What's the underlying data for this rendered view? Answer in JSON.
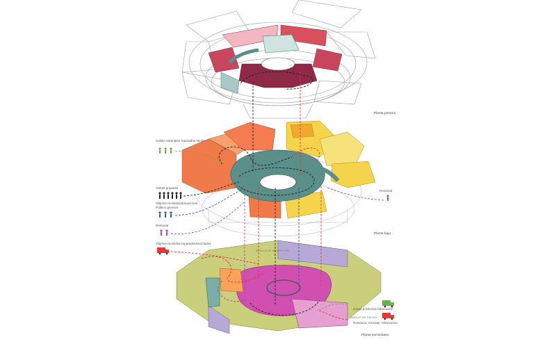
{
  "floors": {
    "upper": {
      "title": "Planta primera"
    },
    "ground": {
      "title": "Planta baja"
    },
    "basement": {
      "title": "Planta semisótano"
    }
  },
  "legend_left": [
    {
      "text": "Salida materiales reparados tienda",
      "color": "#6ab04c"
    },
    {
      "text": "Visitas grupales",
      "color": "#222222"
    },
    {
      "text": "Objetos recibidos/donaciones",
      "color": "#2d5aa8"
    },
    {
      "text": "Público general",
      "color": "#2d5aa8"
    },
    {
      "text": "Personal",
      "color": "#b04a9a"
    },
    {
      "text": "Objetos recibidos-reparados/reciclados",
      "color": "#e53935"
    }
  ],
  "legend_right": [
    {
      "text": "Personal",
      "color": "#b04a9a"
    },
    {
      "text": "Carga productos fabricación",
      "color": "#6ab04c"
    },
    {
      "text": "Residuos, reciclaje, eliminación",
      "color": "#e53935"
    }
  ],
  "small_labels": {
    "muelle_a": "MUELLE DE RECEPCIÓN",
    "muelle_b": "MUELLE DE SALIDA"
  },
  "colors": {
    "rose": "#c8455e",
    "orange": "#f07a4a",
    "yellow": "#f5d34a",
    "teal": "#5b8f8a",
    "magenta": "#d14fb0",
    "olive": "#c9cf7a",
    "lilac": "#b7a9d6"
  }
}
